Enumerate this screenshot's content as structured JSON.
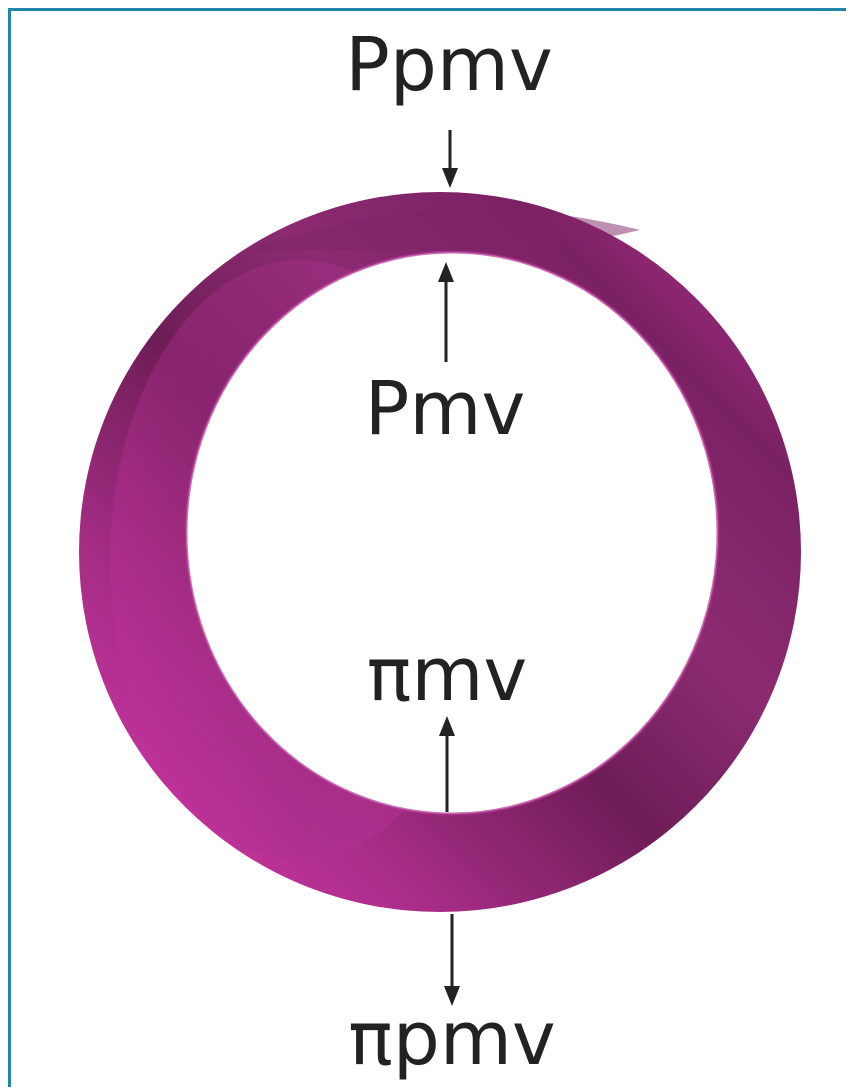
{
  "labels": {
    "outer_top": "Ppmv",
    "inner_top": "Pmv",
    "inner_bottom": "πmv",
    "outer_bottom": "πpmv"
  },
  "colors": {
    "frame_border": "#1f86a8",
    "ring_light": "#c2359c",
    "ring_mid": "#a62d86",
    "ring_dark": "#6e1d57",
    "arrow": "#222222",
    "text": "#222222"
  }
}
